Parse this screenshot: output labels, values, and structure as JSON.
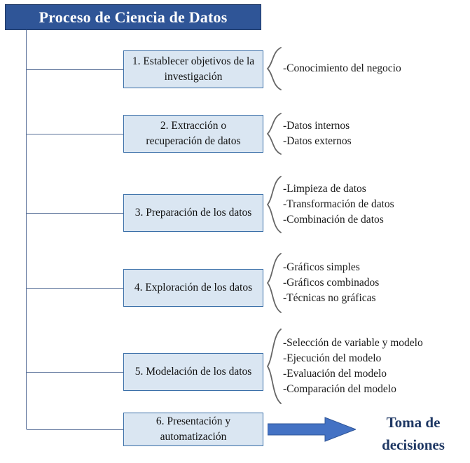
{
  "title": "Proceso de Ciencia de Datos",
  "steps": [
    {
      "label": "1. Establecer objetivos de la investigación",
      "items": [
        "-Conocimiento del negocio"
      ]
    },
    {
      "label": "2. Extracción o recuperación de datos",
      "items": [
        "-Datos internos",
        "-Datos externos"
      ]
    },
    {
      "label": "3. Preparación de los datos",
      "items": [
        "-Limpieza de datos",
        "-Transformación de datos",
        "-Combinación de datos"
      ]
    },
    {
      "label": "4. Exploración de los datos",
      "items": [
        "-Gráficos simples",
        "-Gráficos combinados",
        "-Técnicas no gráficas"
      ]
    },
    {
      "label": "5. Modelación de los datos",
      "items": [
        "-Selección de variable y modelo",
        "-Ejecución del modelo",
        "-Evaluación del modelo",
        "-Comparación del modelo"
      ]
    },
    {
      "label": "6. Presentación y automatización",
      "items": []
    }
  ],
  "outcome": "Toma de decisiones",
  "colors": {
    "title_bg": "#2F5597",
    "box_fill": "#DAE6F2",
    "box_border": "#3A6FA8",
    "arrow": "#4472C4",
    "outcome_text": "#1F3864",
    "line": "#5a7199",
    "brace": "#666666"
  }
}
